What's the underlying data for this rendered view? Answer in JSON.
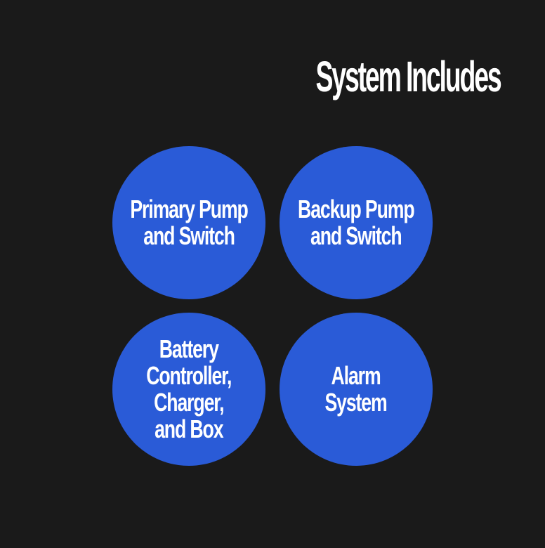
{
  "title": "System Includes",
  "colors": {
    "background": "#1a1a1a",
    "circle": "#2a5bd7",
    "text": "#ffffff"
  },
  "items": [
    {
      "lines": [
        "Primary Pump",
        "and Switch"
      ]
    },
    {
      "lines": [
        "Backup Pump",
        "and Switch"
      ]
    },
    {
      "lines": [
        "Battery",
        "Controller,",
        "Charger,",
        "and Box"
      ]
    },
    {
      "lines": [
        "Alarm",
        "System"
      ]
    }
  ]
}
